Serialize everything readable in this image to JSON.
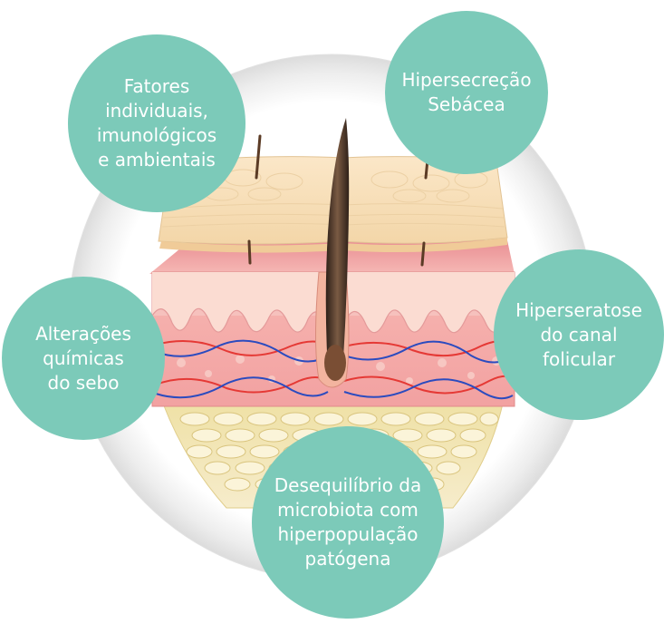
{
  "colors": {
    "bubble": "#7ccab9",
    "ring_fill": "#f1f1f1",
    "epidermis": "#f6e2c0",
    "dermis": "#f0a3a3",
    "subcutis": "#f1e3a8",
    "hair": "#4a3426",
    "artery": "#e53935",
    "vein": "#2b4bbf"
  },
  "bubbles": [
    {
      "lines": [
        "Fatores",
        "individuais,",
        "imunológicos",
        "e ambientais"
      ]
    },
    {
      "lines": [
        "Hipersecreção",
        "Sebácea"
      ]
    },
    {
      "lines": [
        "Alterações",
        "químicas",
        "do sebo"
      ]
    },
    {
      "lines": [
        "Hiperseratose",
        "do canal",
        "folicular"
      ]
    },
    {
      "lines": [
        "Desequilíbrio da",
        "microbiota com",
        "hiperpopulação",
        "patógena"
      ]
    }
  ]
}
